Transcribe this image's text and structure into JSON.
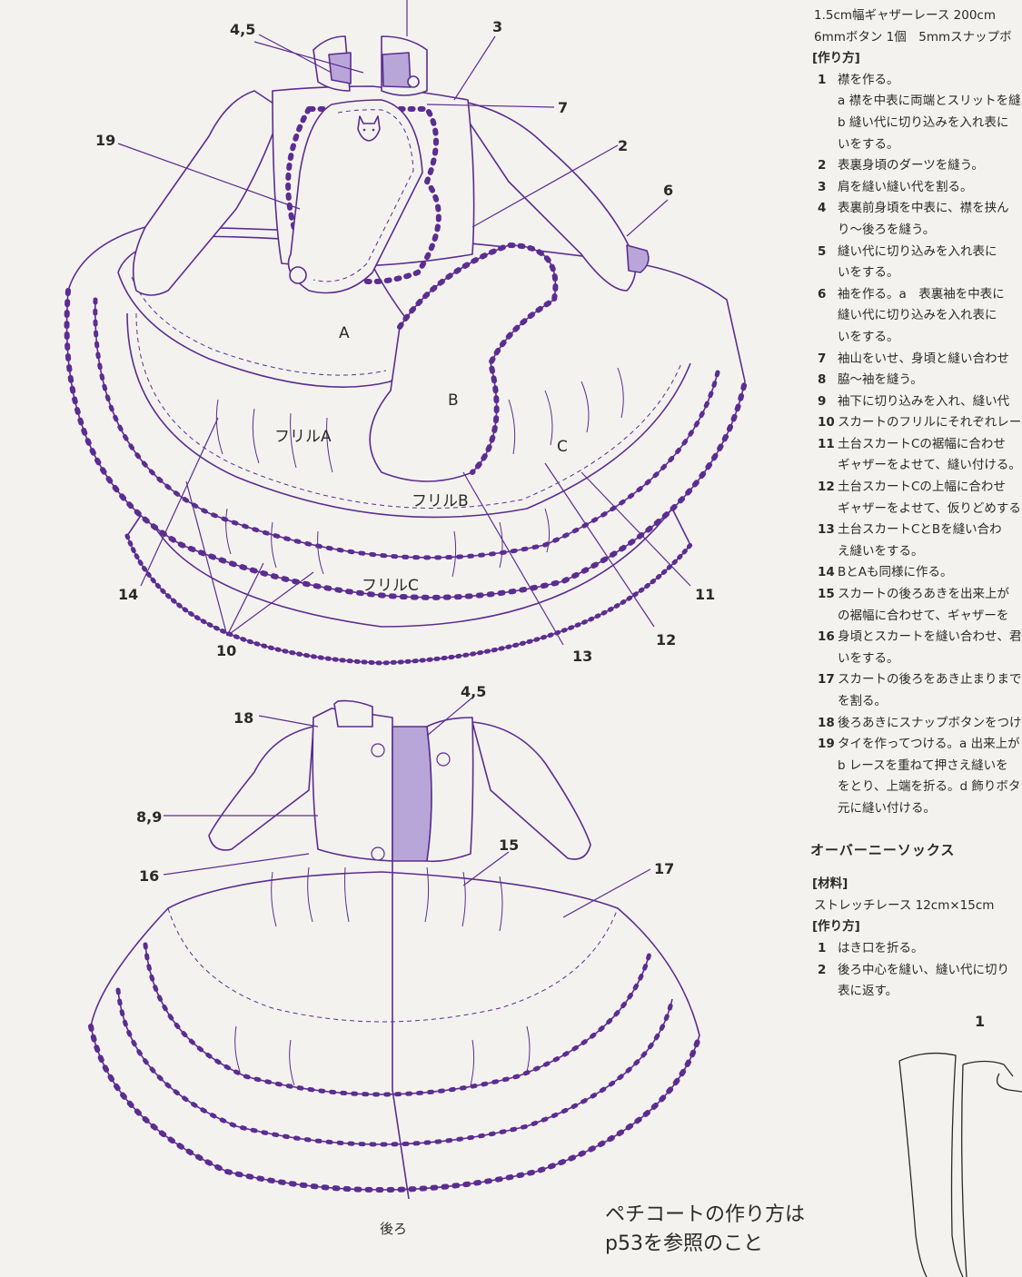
{
  "materials_top": [
    "1.5cm幅ギャザーレース 200cm",
    "6mmボタン 1個　5mmスナップボ"
  ],
  "dress": {
    "section_label": "[作り方]",
    "steps": [
      {
        "num": "1",
        "lines": [
          "襟を作る。"
        ]
      },
      {
        "num": "",
        "sub": true,
        "lines": [
          "a 襟を中表に両端とスリットを縫",
          "b 縫い代に切り込みを入れ表に",
          "いをする。"
        ]
      },
      {
        "num": "2",
        "lines": [
          "表裏身頃のダーツを縫う。"
        ]
      },
      {
        "num": "3",
        "lines": [
          "肩を縫い縫い代を割る。"
        ]
      },
      {
        "num": "4",
        "lines": [
          "表裏前身頃を中表に、襟を挟ん",
          "り〜後ろを縫う。"
        ]
      },
      {
        "num": "5",
        "lines": [
          "縫い代に切り込みを入れ表に",
          "いをする。"
        ]
      },
      {
        "num": "6",
        "lines": [
          "袖を作る。a　表裏袖を中表に",
          "縫い代に切り込みを入れ表に",
          "いをする。"
        ]
      },
      {
        "num": "7",
        "lines": [
          "袖山をいせ、身頃と縫い合わせ"
        ]
      },
      {
        "num": "8",
        "lines": [
          "脇〜袖を縫う。"
        ]
      },
      {
        "num": "9",
        "lines": [
          "袖下に切り込みを入れ、縫い代"
        ]
      },
      {
        "num": "10",
        "lines": [
          "スカートのフリルにそれぞれレース"
        ]
      },
      {
        "num": "11",
        "lines": [
          "土台スカートCの裾幅に合わせ",
          "ギャザーをよせて、縫い付ける。"
        ]
      },
      {
        "num": "12",
        "lines": [
          "土台スカートCの上幅に合わせ",
          "ギャザーをよせて、仮りどめする"
        ]
      },
      {
        "num": "13",
        "lines": [
          "土台スカートCとBを縫い合わ",
          "え縫いをする。"
        ]
      },
      {
        "num": "14",
        "lines": [
          "BとAも同様に作る。"
        ]
      },
      {
        "num": "15",
        "lines": [
          "スカートの後ろあきを出来上が",
          "の裾幅に合わせて、ギャザーを"
        ]
      },
      {
        "num": "16",
        "lines": [
          "身頃とスカートを縫い合わせ、君",
          "いをする。"
        ]
      },
      {
        "num": "17",
        "lines": [
          "スカートの後ろをあき止まりまで",
          "を割る。"
        ]
      },
      {
        "num": "18",
        "lines": [
          "後ろあきにスナップボタンをつけ"
        ]
      },
      {
        "num": "19",
        "lines": [
          "タイを作ってつける。a 出来上が",
          "b レースを重ねて押さえ縫いを",
          "をとり、上端を折る。d 飾りボタ",
          "元に縫い付ける。"
        ]
      }
    ]
  },
  "socks": {
    "title": "オーバーニーソックス",
    "materials_label": "[材料]",
    "materials": "ストレッチレース 12cm×15cm",
    "section_label": "[作り方]",
    "steps": [
      {
        "num": "1",
        "lines": [
          "はき口を折る。"
        ]
      },
      {
        "num": "2",
        "lines": [
          "後ろ中心を縫い、縫い代に切り",
          "表に返す。"
        ]
      }
    ],
    "figure_number": "1"
  },
  "labels": {
    "front_callouts": [
      "4,5",
      "3",
      "7",
      "19",
      "2",
      "6",
      "14",
      "10",
      "13",
      "12",
      "11"
    ],
    "back_callouts": [
      "18",
      "4,5",
      "8,9",
      "16",
      "15",
      "17"
    ],
    "part_a": "A",
    "part_b": "B",
    "part_c": "C",
    "frill_a": "フリルA",
    "frill_b": "フリルB",
    "frill_c": "フリルC",
    "back_caption": "後ろ",
    "petticoat_note_1": "ペチコートの作り方は",
    "petticoat_note_2": "p53を参照のこと"
  },
  "colors": {
    "line": "#5c2d91",
    "lining": "#b9a6d9",
    "text": "#2a2a2a",
    "paper": "#f4f2ee"
  }
}
